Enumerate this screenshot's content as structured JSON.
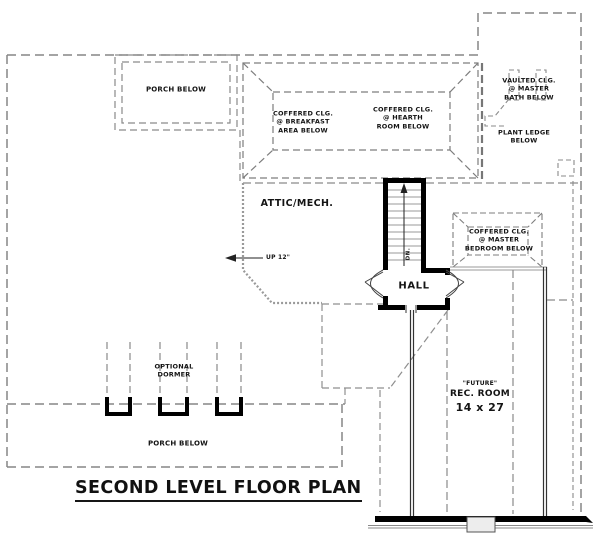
{
  "title": {
    "text": "SECOND LEVEL FLOOR PLAN"
  },
  "labels": {
    "porch_top": "PORCH BELOW",
    "coffered_breakfast": "COFFERED CLG.\n@ BREAKFAST\nAREA BELOW",
    "coffered_hearth": "COFFERED CLG.\n@ HEARTH\nROOM BELOW",
    "vaulted_bath": "VAULTED CLG.\n@ MASTER\nBATH BELOW",
    "plant_ledge": "PLANT LEDGE\nBELOW",
    "attic": "ATTIC/MECH.",
    "up": "UP 12\"",
    "dn": "DN.",
    "hall": "HALL",
    "coffered_master": "COFFERED CLG.\n@ MASTER\nBEDROOM BELOW",
    "future": "\"FUTURE\"",
    "rec_room": "REC. ROOM",
    "rec_size": "14 x 27",
    "optional_dormer": "OPTIONAL\nDORMER",
    "porch_bottom": "PORCH BELOW"
  },
  "colors": {
    "background": "#ffffff",
    "wall_solid": "#000000",
    "wall_dashed": "#8a8a8a",
    "text": "#141414"
  }
}
